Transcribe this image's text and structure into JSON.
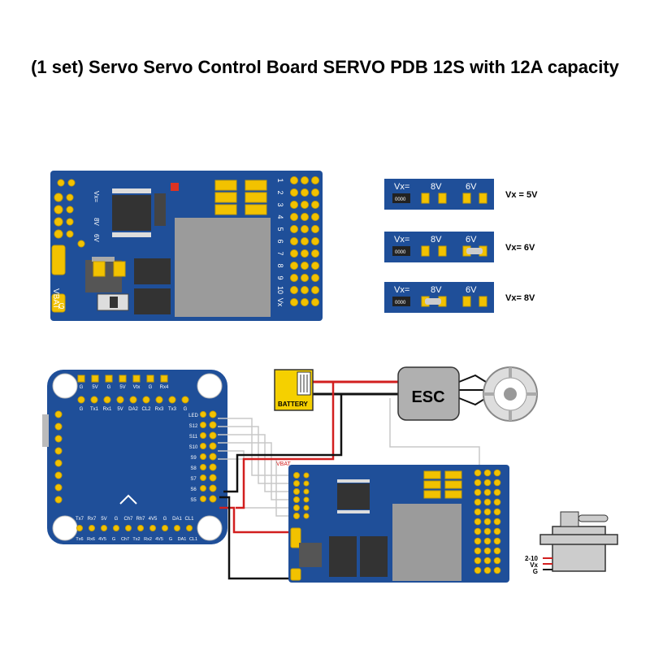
{
  "title": "(1 set) Servo Servo Control Board SERVO PDB 12S with 12A capacity",
  "colors": {
    "pcb": "#1f4f99",
    "pad": "#f2c200",
    "chip": "#4a4a4a",
    "inductor": "#9b9b9b",
    "wire_red": "#d21f1f",
    "wire_black": "#111111",
    "wire_gray": "#c8c8c8"
  },
  "top_board": {
    "left_labels": [
      "VBAT",
      "G"
    ],
    "right_numbers": [
      "1",
      "2",
      "3",
      "4",
      "5",
      "6",
      "7",
      "8",
      "9",
      "10",
      "Vx"
    ],
    "edge_labels": [
      "Vx=",
      "8V",
      "6V"
    ]
  },
  "vx_options": [
    {
      "jumper": [
        "Vx=",
        "8V",
        "6V"
      ],
      "caption": "Vx = 5V",
      "code": "0000"
    },
    {
      "jumper": [
        "Vx=",
        "8V",
        "6V"
      ],
      "caption": "Vx= 6V",
      "code": "0000"
    },
    {
      "jumper": [
        "Vx=",
        "8V",
        "6V"
      ],
      "caption": "Vx= 8V",
      "code": "0000"
    }
  ],
  "wiring": {
    "battery_label": "BATTERY",
    "esc_label": "ESC",
    "vbat_label": "VBAT",
    "servo_pins": [
      "2-10",
      "Vx",
      "G"
    ]
  },
  "flight_controller": {
    "top_row": [
      "G",
      "5V",
      "G",
      "5V",
      "Vtx",
      "G",
      "Rx4"
    ],
    "top_row2": [
      "G",
      "Tx1",
      "Rx1",
      "5V",
      "DA2",
      "CL2",
      "Rx3",
      "Tx3",
      "G"
    ],
    "right_col": [
      "LED",
      "S12",
      "S11",
      "S10",
      "S9",
      "S8",
      "S7",
      "S6",
      "S5"
    ],
    "bottom_row": [
      "Tx7",
      "Rx7",
      "5V",
      "G",
      "Ch7",
      "Rh7",
      "4V5",
      "G",
      "DA1",
      "CL1"
    ],
    "bottom_row2": [
      "Tx6",
      "Rx6",
      "4V5",
      "G",
      "Ch7",
      "Tx2",
      "Rx2",
      "4V5",
      "G",
      "DA1",
      "CL1"
    ]
  }
}
